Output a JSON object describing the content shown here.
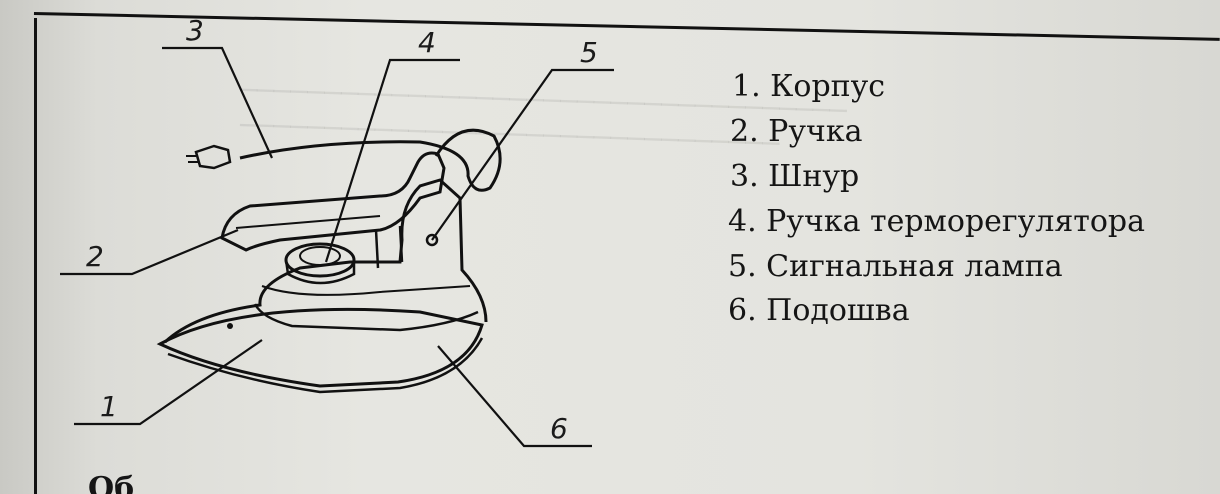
{
  "diagram": {
    "callouts": [
      {
        "id": "1",
        "label": "1"
      },
      {
        "id": "2",
        "label": "2"
      },
      {
        "id": "3",
        "label": "3"
      },
      {
        "id": "4",
        "label": "4"
      },
      {
        "id": "5",
        "label": "5"
      },
      {
        "id": "6",
        "label": "6"
      }
    ]
  },
  "legend": {
    "items": [
      "1. Корпус",
      "2. Ручка",
      "3. Шнур",
      "4. Ручка терморегулятора",
      "5. Сигнальная лампа",
      "6. Подошва"
    ]
  },
  "caption": {
    "partial_text": "Об"
  }
}
